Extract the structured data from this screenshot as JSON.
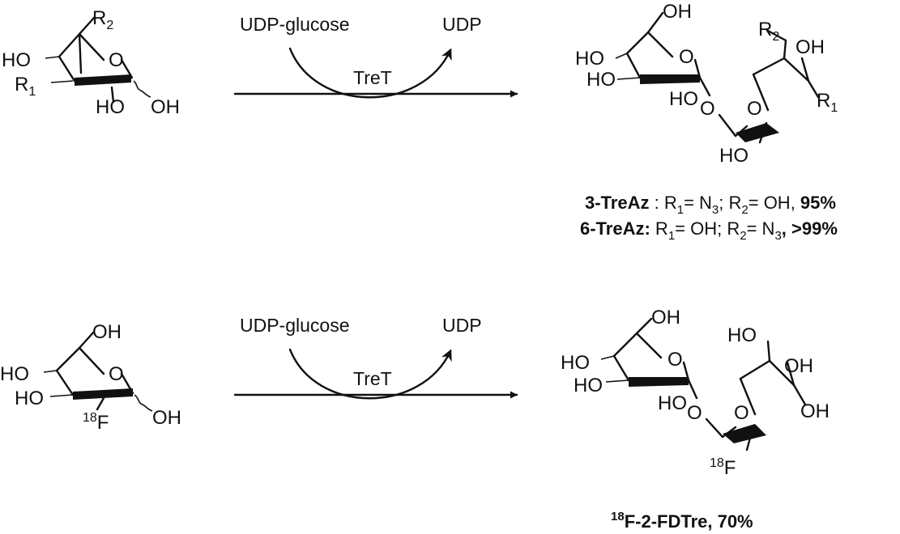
{
  "scheme": {
    "reactions": [
      {
        "id": "top",
        "substrate": {
          "r2_label": "R",
          "r2_sub": "2",
          "r1_label": "R",
          "r1_sub": "1",
          "ho4": "HO",
          "ho2": "HO",
          "oh1": "OH",
          "ring_o": "O"
        },
        "arrow": {
          "reagent": "UDP-glucose",
          "byproduct": "UDP",
          "enzyme": "TreT"
        },
        "product": {
          "oh6": "OH",
          "ho4": "HO",
          "ho3": "HO",
          "ho2": "HO",
          "ring_o_a": "O",
          "link_o": "O",
          "ring_o_b": "O",
          "r2_label": "R",
          "r2_sub": "2",
          "oh_b": "OH",
          "r1_label": "R",
          "r1_sub": "1",
          "ho_b": "HO"
        },
        "captions": [
          {
            "name": "3-TreAz",
            "sep": " : ",
            "r1": "R",
            "r1_sub": "1",
            "r1_eq": "= N",
            "r1_val_sub": "3",
            "mid": "; R",
            "r2_sub": "2",
            "r2_eq": "= OH, ",
            "yield": "95%"
          },
          {
            "name": "6-TreAz:",
            "sep": " ",
            "r1": "R",
            "r1_sub": "1",
            "r1_eq": "= OH; R",
            "r2_sub": "2",
            "r2_eq": "= N",
            "r2_val_sub": "3",
            "yield": ", >99%"
          }
        ]
      },
      {
        "id": "bottom",
        "substrate": {
          "oh6": "OH",
          "ho4": "HO",
          "ho3": "HO",
          "f_mass": "18",
          "f_label": "F",
          "oh1": "OH",
          "ring_o": "O"
        },
        "arrow": {
          "reagent": "UDP-glucose",
          "byproduct": "UDP",
          "enzyme": "TreT"
        },
        "product": {
          "oh6": "OH",
          "ho4": "HO",
          "ho3": "HO",
          "ho2": "HO",
          "ring_o_a": "O",
          "link_o": "O",
          "ring_o_b": "O",
          "ho6b": "HO",
          "oh4b": "OH",
          "oh3b": "OH",
          "f_mass": "18",
          "f_label": "F"
        },
        "captions": [
          {
            "mass": "18",
            "name": "F-2-FDTre, 70%"
          }
        ]
      }
    ]
  }
}
